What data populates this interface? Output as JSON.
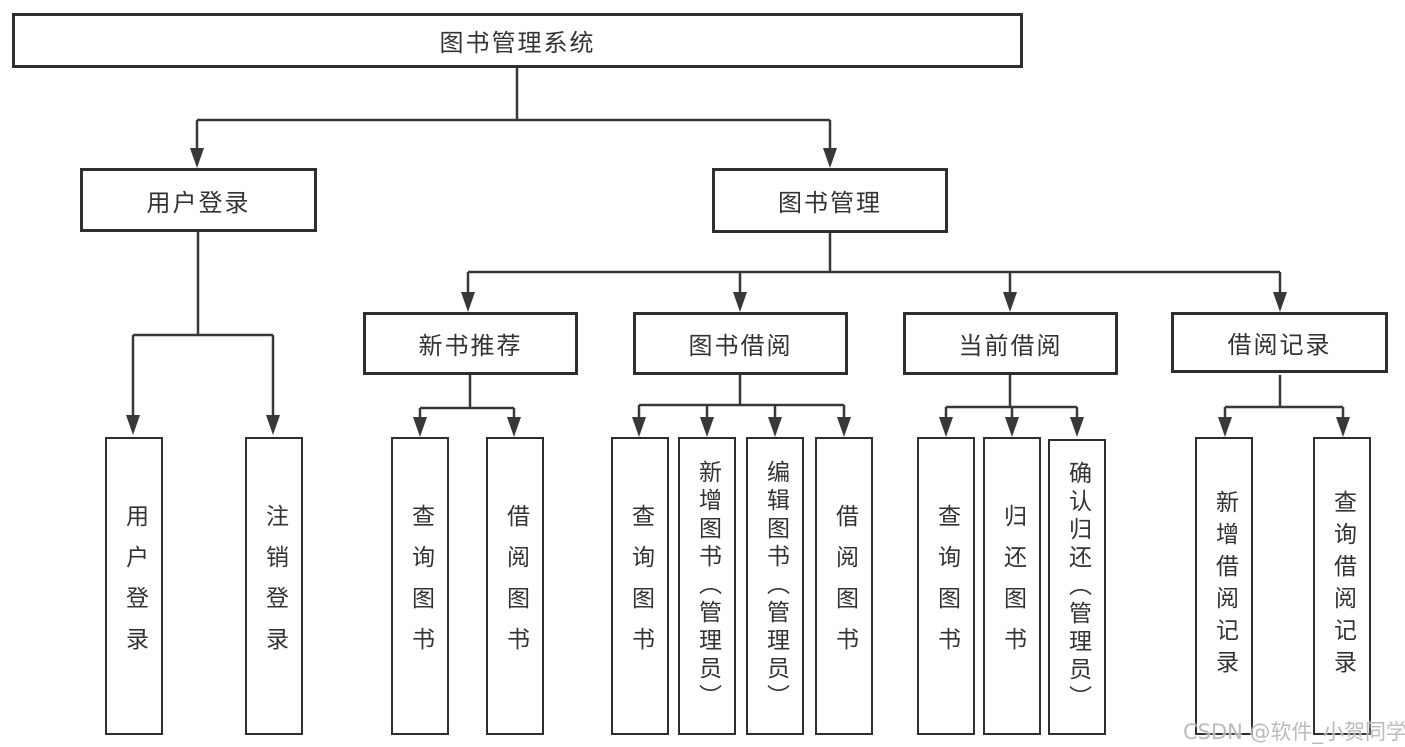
{
  "diagram": {
    "root": "图书管理系统",
    "branches": [
      "用户登录",
      "图书管理"
    ],
    "modules": [
      "新书推荐",
      "图书借阅",
      "当前借阅",
      "借阅记录"
    ],
    "leaves": [
      "用户登录",
      "注销登录",
      "查询图书",
      "借阅图书",
      "查询图书",
      "新增图书（管理员）",
      "编辑图书（管理员）",
      "借阅图书",
      "查询图书",
      "归还图书",
      "确认归还（管理员）",
      "新增借阅记录",
      "查询借阅记录"
    ]
  },
  "watermark": "CSDN @软件_小贺同学",
  "colors": {
    "background": "#ffffff",
    "line": "#383838",
    "box_border": "#2e2e2e",
    "text": "#333333",
    "watermark": "#b7b7b7"
  }
}
